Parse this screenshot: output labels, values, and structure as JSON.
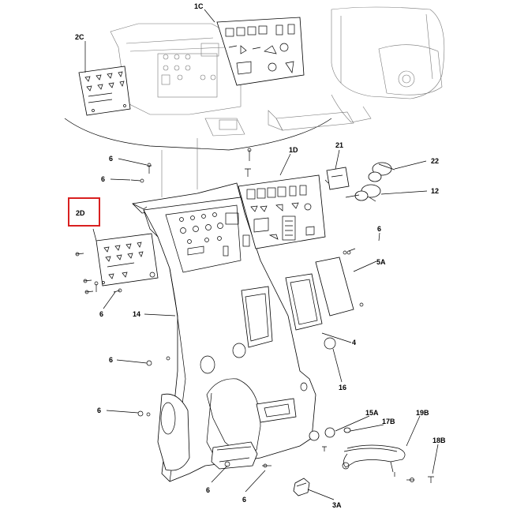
{
  "diagram": {
    "callout_highlight_color": "#d92020",
    "labels": {
      "l_2c": "2C",
      "l_1c": "1C",
      "l_2d": "2D",
      "l_1d": "1D",
      "l_21": "21",
      "l_22": "22",
      "l_12": "12",
      "l_6a": "6",
      "l_6b": "6",
      "l_6c": "6",
      "l_6d": "6",
      "l_6e": "6",
      "l_6f": "6",
      "l_6g": "6",
      "l_6h": "6",
      "l_5a": "5A",
      "l_14": "14",
      "l_4": "4",
      "l_16": "16",
      "l_15a": "15A",
      "l_17b": "17B",
      "l_19b": "19B",
      "l_18b": "18B",
      "l_3a": "3A"
    }
  }
}
